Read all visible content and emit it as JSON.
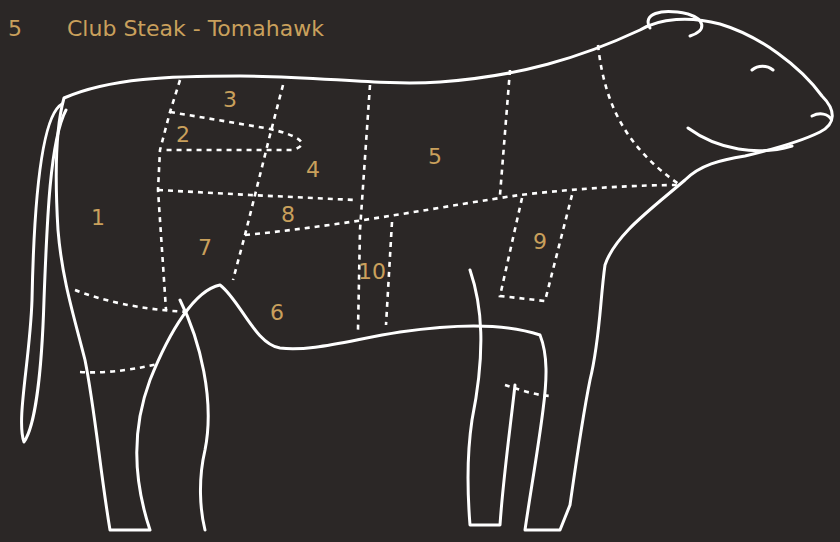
{
  "diagram": {
    "title": "Club Steak - Tomahawk",
    "labels": [
      "5",
      "3",
      "2",
      "4",
      "5",
      "1",
      "8",
      "7",
      "10",
      "9",
      "6"
    ]
  }
}
